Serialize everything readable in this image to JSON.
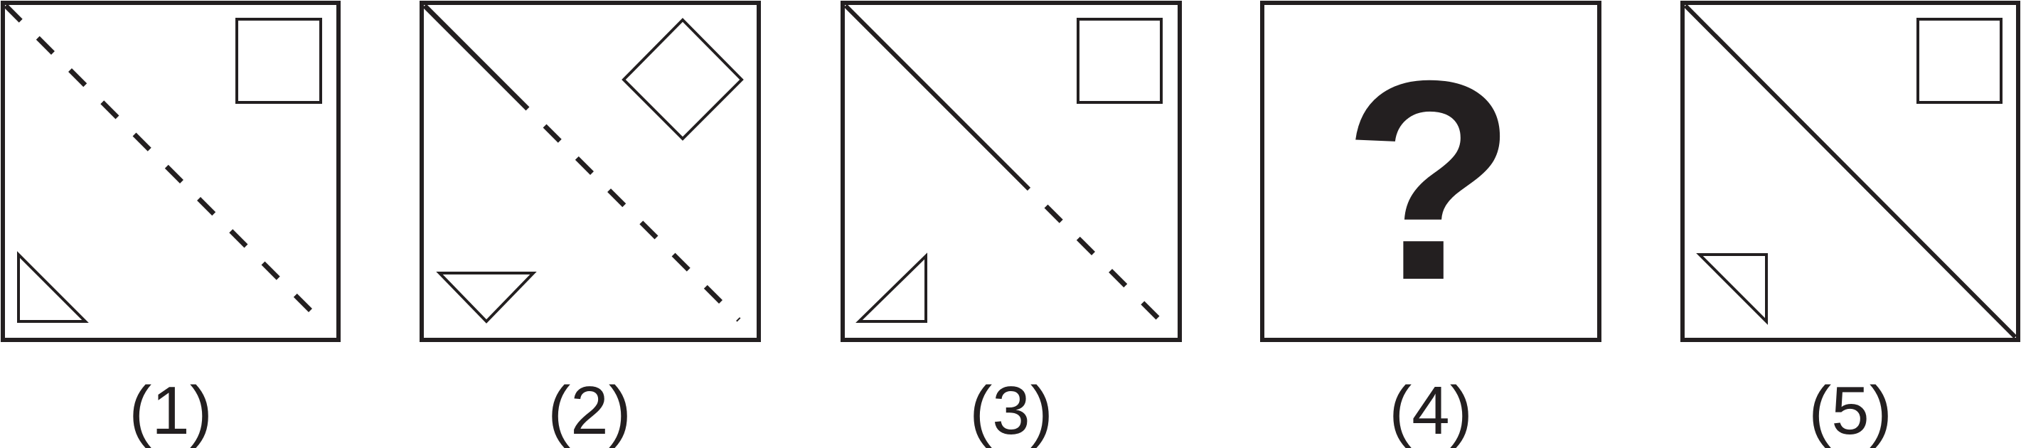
{
  "panels": [
    {
      "caption": "(1)"
    },
    {
      "caption": "(2)"
    },
    {
      "caption": "(3)"
    },
    {
      "caption": "(4)",
      "symbol": "?"
    },
    {
      "caption": "(5)"
    }
  ],
  "colors": {
    "ink": "#231f20",
    "background": "#ffffff"
  }
}
